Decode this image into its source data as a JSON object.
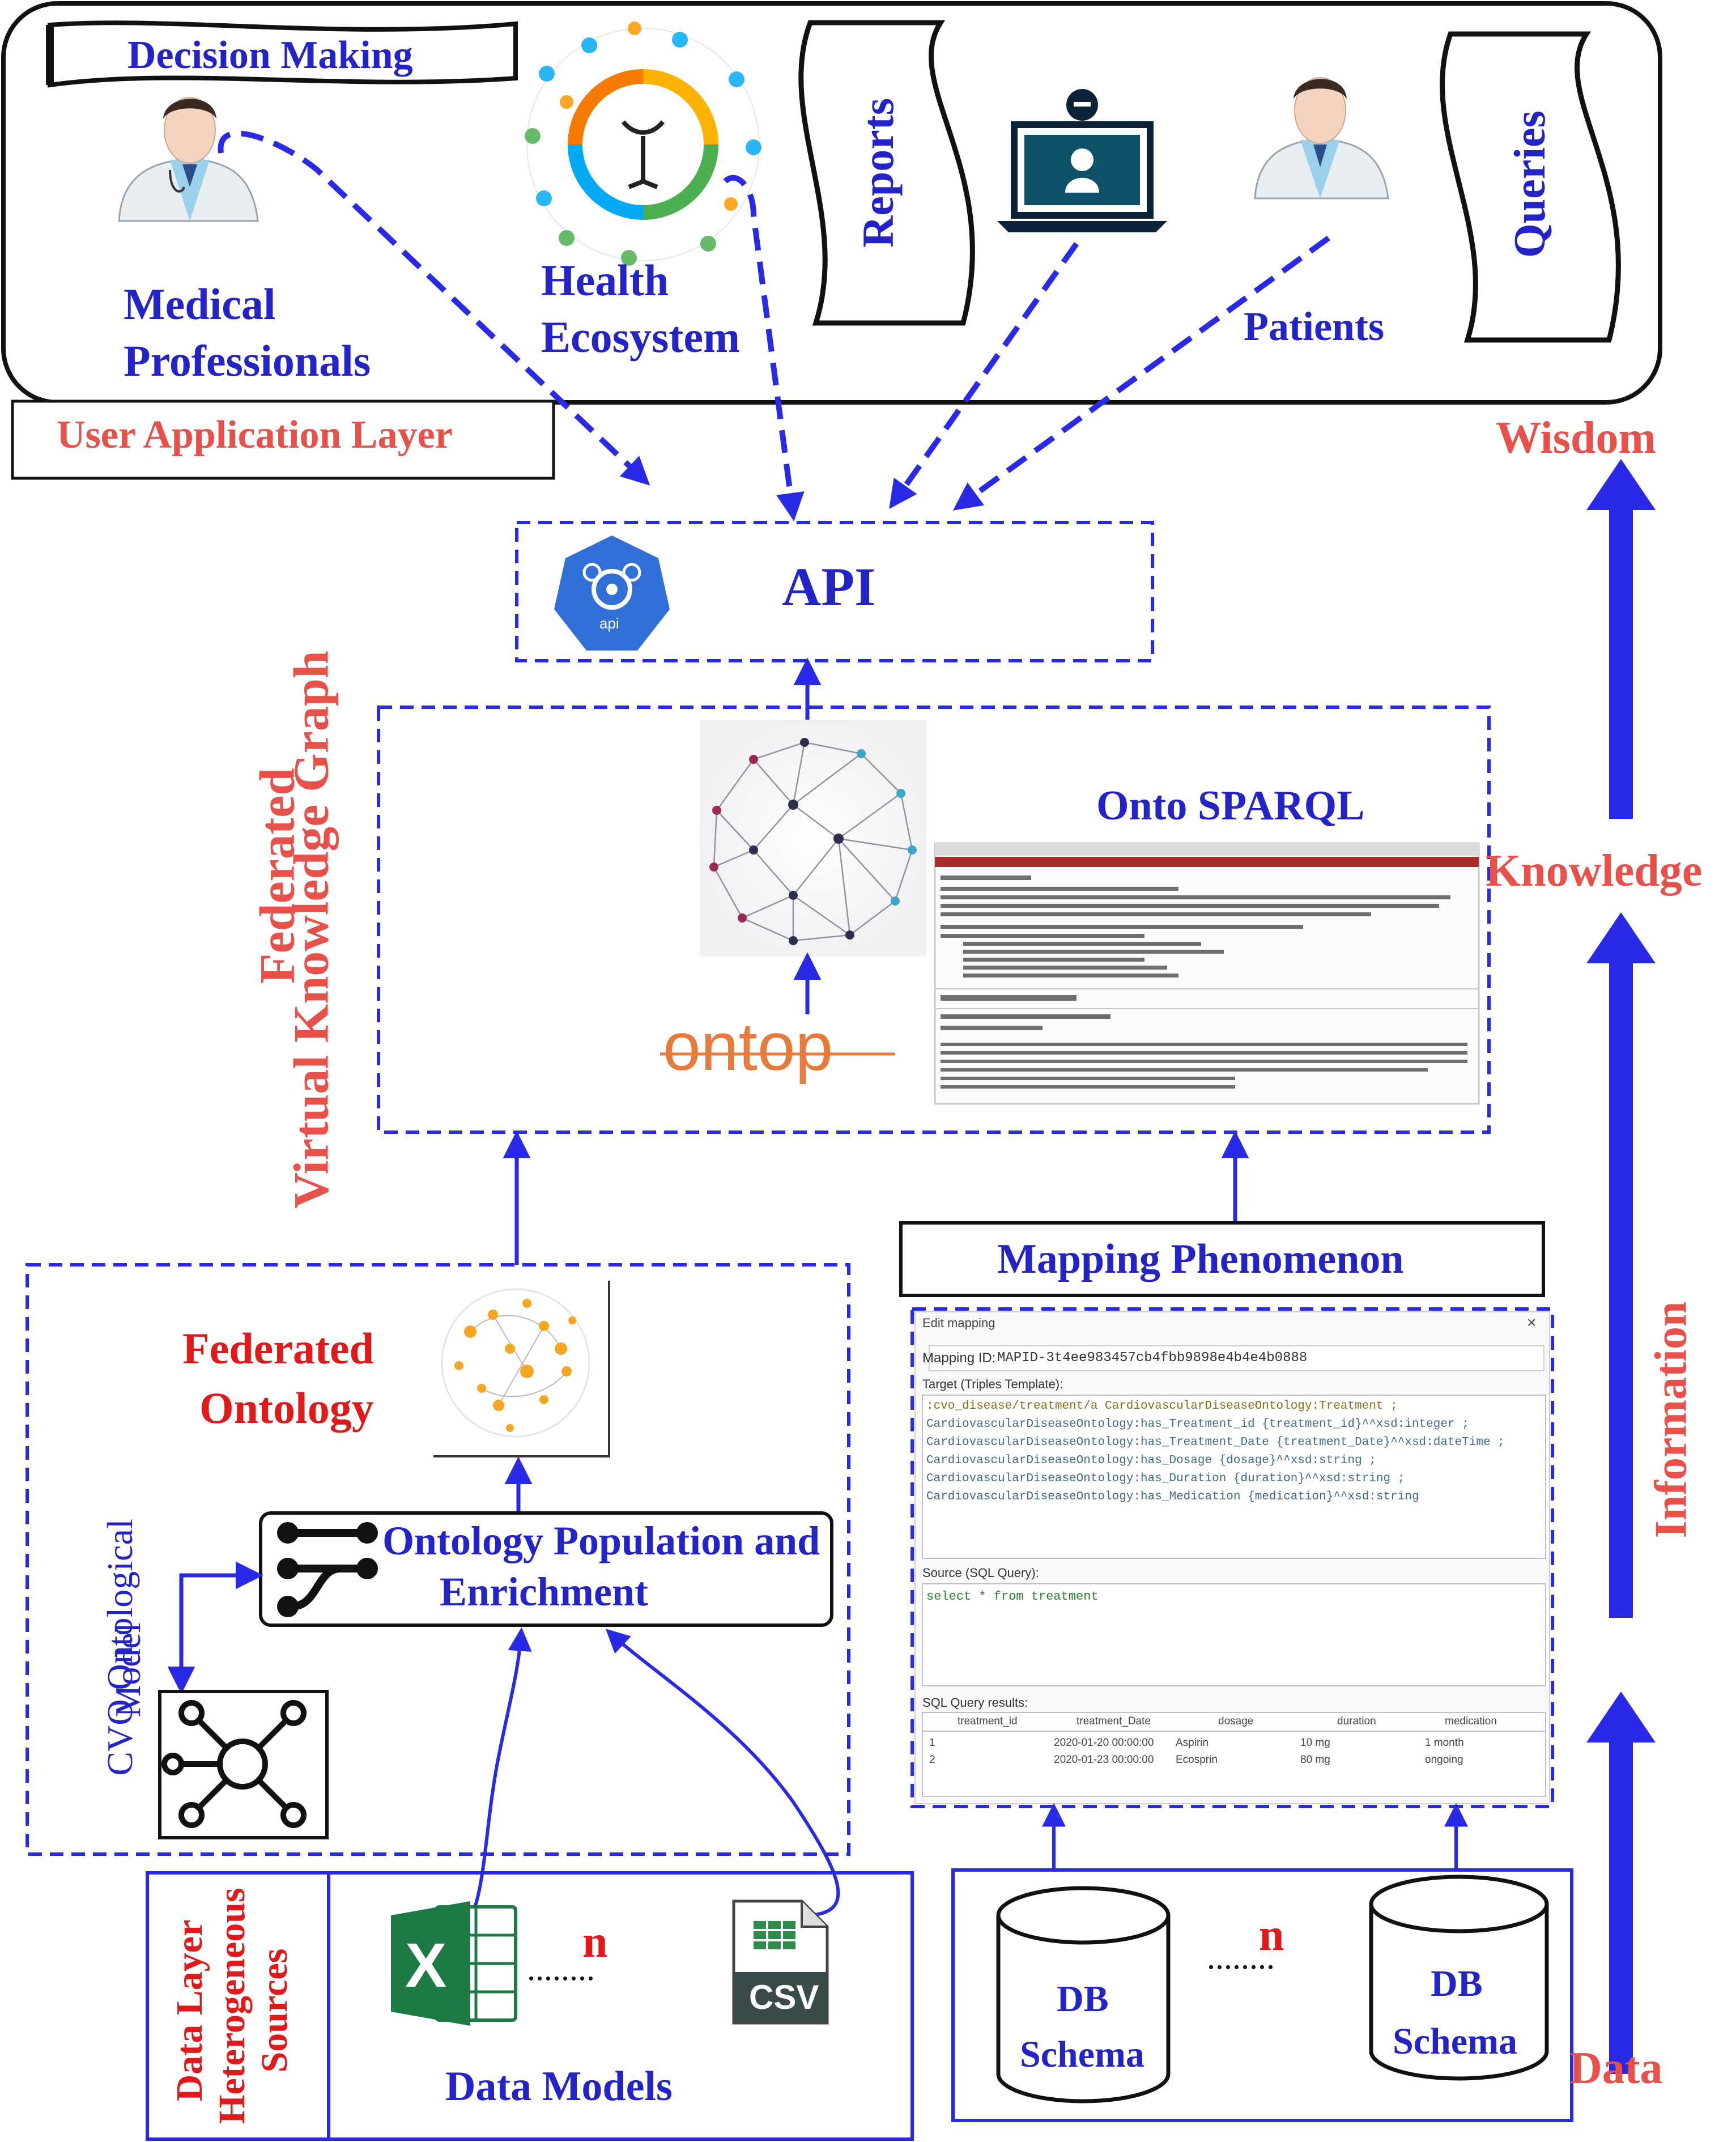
{
  "colors": {
    "blue": "#2323c8",
    "arrow_blue": "#2a2ae6",
    "red": "#e8504a",
    "dark_red": "#e01a1a",
    "ontop_orange": "#e87a3c"
  },
  "user_layer": {
    "decision_making": "Decision Making",
    "medical_line1": "Medical",
    "medical_line2": "Professionals",
    "health_line1": "Health",
    "health_line2": "Ecosystem",
    "reports": "Reports",
    "patients": "Patients",
    "queries": "Queries",
    "layer_label": "User Application Layer"
  },
  "api": {
    "label": "API",
    "icon_text": "api"
  },
  "vkg": {
    "side_label_line1": "Federated",
    "side_label_line2": "Virtual Knowledge Graph",
    "onto_sparql": "Onto SPARQL",
    "ontop_logo": "ontop"
  },
  "pyramid": {
    "wisdom": "Wisdom",
    "knowledge": "Knowledge",
    "information": "Information",
    "data": "Data"
  },
  "mapping": {
    "title": "Mapping Phenomenon",
    "win_title": "Edit mapping",
    "id_label": "Mapping ID:",
    "id_value": "MAPID-3t4ee983457cb4fbb9898e4b4e4b0888",
    "target_label": "Target (Triples Template):",
    "target_lines": [
      ":cvo_disease/treatment/a CardiovascularDiseaseOntology:Treatment ;",
      "CardiovascularDiseaseOntology:has_Treatment_id {treatment_id}^^xsd:integer ;",
      "CardiovascularDiseaseOntology:has_Treatment_Date {treatment_Date}^^xsd:dateTime ;",
      "CardiovascularDiseaseOntology:has_Dosage {dosage}^^xsd:string ;",
      "CardiovascularDiseaseOntology:has_Duration {duration}^^xsd:string ;",
      "CardiovascularDiseaseOntology:has_Medication {medication}^^xsd:string"
    ],
    "source_label": "Source (SQL Query):",
    "source_query": "select * from treatment",
    "result_label": "SQL Query results:",
    "table_headers": [
      "treatment_id",
      "treatment_Date",
      "dosage",
      "duration",
      "medication"
    ],
    "table_rows": [
      [
        "1",
        "2020-01-20 00:00:00",
        "Aspirin",
        "10 mg",
        "1 month"
      ],
      [
        "2",
        "2020-01-23 00:00:00",
        "Ecosprin",
        "80 mg",
        "ongoing"
      ]
    ]
  },
  "ontology": {
    "federated_line1": "Federated",
    "federated_line2": "Ontology",
    "population_line1": "Ontology Population and",
    "population_line2": "Enrichment",
    "cvo_line1": "CVO Ontological",
    "cvo_line2": "Model"
  },
  "data_layer": {
    "side_line1": "Data Layer",
    "side_line2": "Heterogeneous",
    "side_line3": "Sources",
    "n1": "n",
    "n2": "n",
    "dots": "........",
    "excel_letter": "X",
    "csv_text": "CSV",
    "data_models": "Data Models",
    "db1_line1": "DB",
    "db1_line2": "Schema",
    "db2_line1": "DB",
    "db2_line2": "Schema"
  }
}
